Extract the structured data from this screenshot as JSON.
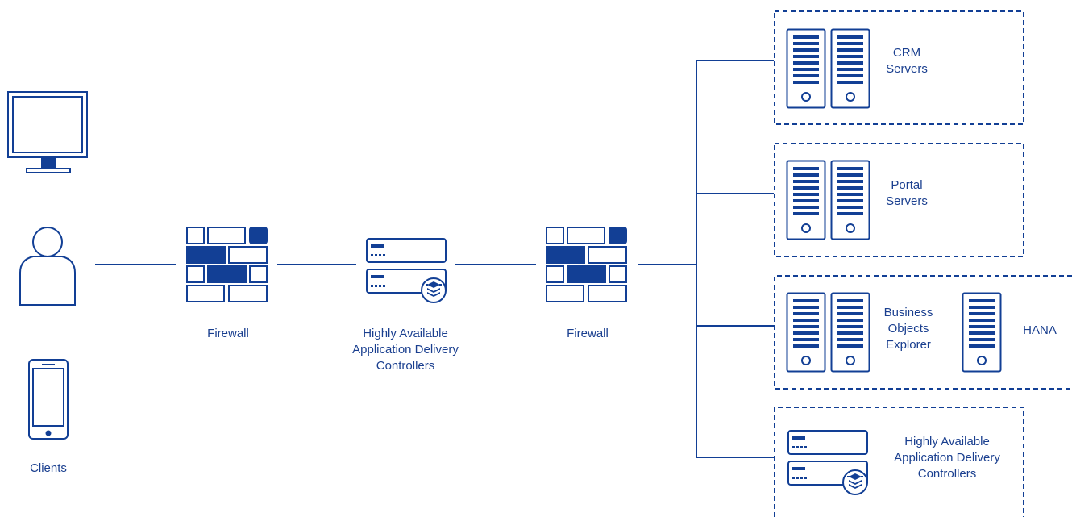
{
  "colors": {
    "primary": "#123f95",
    "background": "#ffffff"
  },
  "clients": {
    "label": "Clients",
    "icons": [
      "monitor-icon",
      "user-icon",
      "smartphone-icon"
    ]
  },
  "firewall_1": {
    "label": "Firewall",
    "icon": "firewall-icon"
  },
  "adc_main": {
    "label": "Highly Available\nApplication Delivery\nControllers",
    "icon": "load-balancer-icon"
  },
  "firewall_2": {
    "label": "Firewall",
    "icon": "firewall-icon"
  },
  "groups": {
    "crm": {
      "label": "CRM\nServers",
      "icon": "server-icon"
    },
    "portal": {
      "label": "Portal\nServers",
      "icon": "server-icon"
    },
    "bo": {
      "label": "Business\nObjects\nExplorer",
      "icon": "server-icon"
    },
    "hana": {
      "label": "HANA",
      "icon": "server-icon"
    },
    "adc": {
      "label": "Highly Available\nApplication Delivery\nControllers",
      "icon": "load-balancer-icon"
    }
  }
}
